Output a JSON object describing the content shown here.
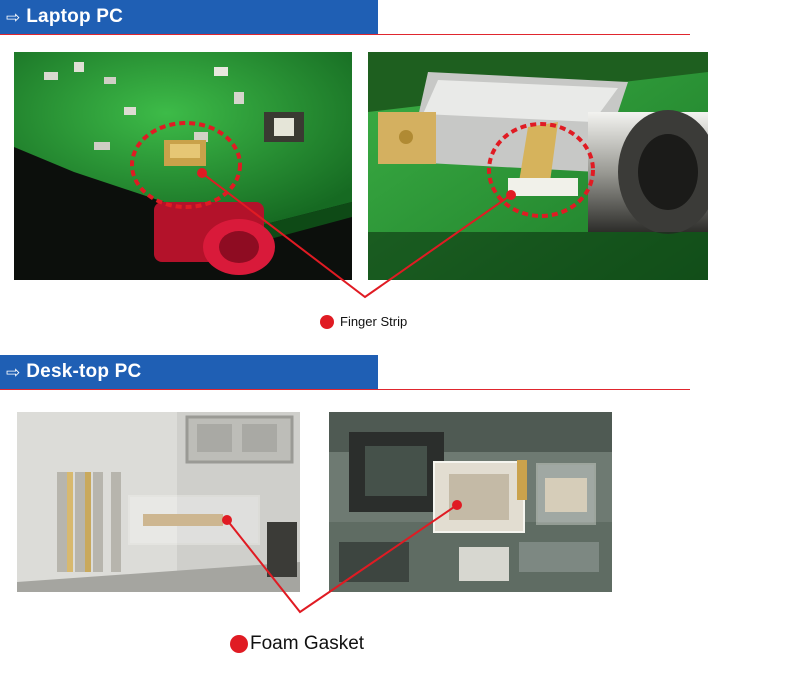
{
  "sections": [
    {
      "title": "Laptop PC",
      "arrow_icon": "right-arrow-icon",
      "caption": "Finger Strip"
    },
    {
      "title": "Desk-top PC",
      "arrow_icon": "right-arrow-icon",
      "caption": "Foam Gasket"
    }
  ],
  "colors": {
    "header_bar": "#1f5fb4",
    "rule": "#e0262e",
    "marker": "#e01b23",
    "pcb_green": "#2f9a3a"
  }
}
